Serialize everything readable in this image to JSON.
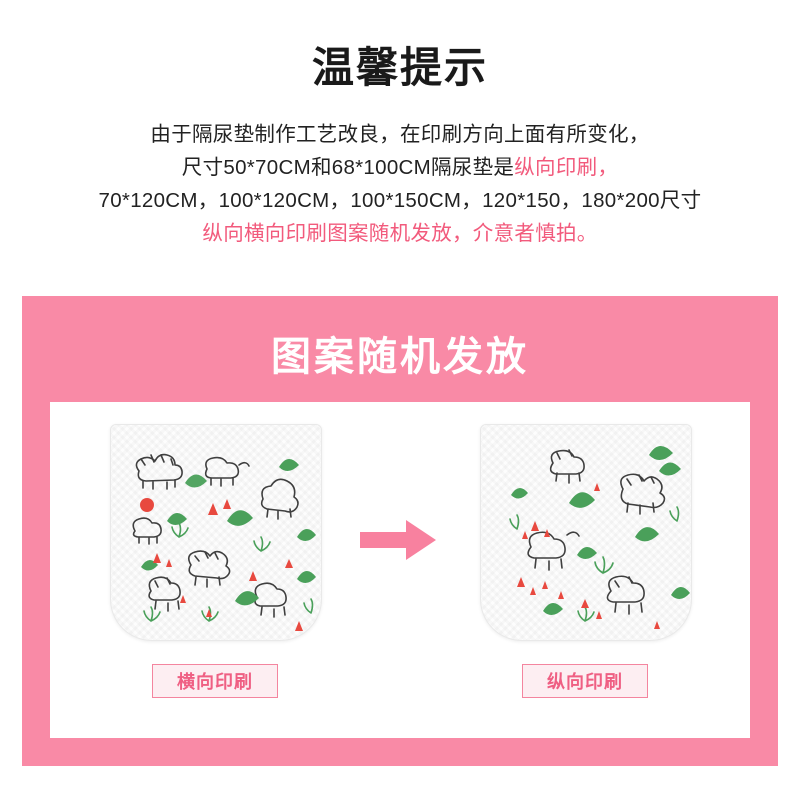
{
  "notice": {
    "title": "温馨提示",
    "lines": [
      {
        "segments": [
          {
            "text": "由于隔尿垫制作工艺改良，在印刷方向上面有所变化，",
            "color": "dark"
          }
        ]
      },
      {
        "segments": [
          {
            "text": "尺寸50*70CM和68*100CM隔尿垫是",
            "color": "dark"
          },
          {
            "text": "纵向印刷，",
            "color": "pink"
          }
        ]
      },
      {
        "segments": [
          {
            "text": "70*120CM，100*120CM，100*150CM，120*150，180*200尺寸",
            "color": "dark"
          }
        ]
      },
      {
        "segments": [
          {
            "text": "纵向横向印刷图案随机发放，介意者慎拍。",
            "color": "pink"
          }
        ]
      }
    ]
  },
  "panel": {
    "title": "图案随机发放",
    "left_product": {
      "caption": "横向印刷",
      "alt": "dinosaur-print-pad-horizontal"
    },
    "right_product": {
      "caption": "纵向印刷",
      "alt": "dinosaur-print-pad-vertical"
    },
    "arrow_icon": "right-arrow-icon"
  },
  "colors": {
    "panel_bg": "#f98aa6",
    "accent_pink": "#f25a7c",
    "chip_border": "#f4859f",
    "chip_bg": "#fdeef2",
    "text_dark": "#222222",
    "print_green": "#4aa05a",
    "print_red": "#e8493f",
    "print_outline": "#3f3f3f"
  }
}
